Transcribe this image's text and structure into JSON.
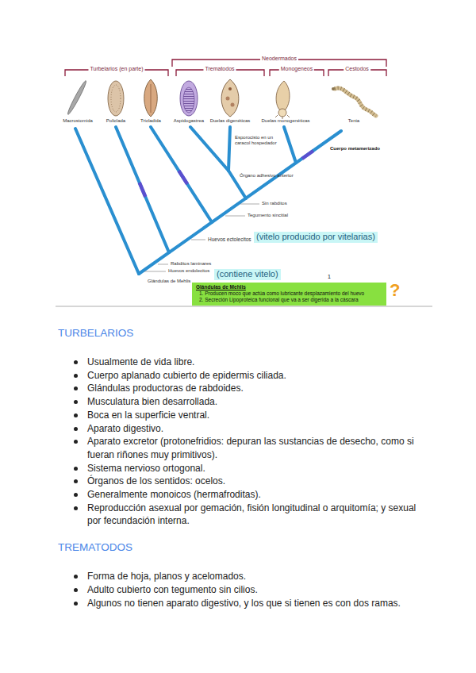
{
  "diagram": {
    "nodes": [
      {
        "text": [
          "(vitelo producido por vitelarias)"
        ]
      },
      {
        "text": [
          "(contiene vitelo)"
        ]
      },
      {
        "text": [
          "Glándulas de Mehlis",
          "1. Producen moco que actúa como lubricante desplazamiento del huevo",
          "2. Secreción Lipoproteica funcional que va a ser digerida a la cáscara"
        ]
      }
    ],
    "labels": [
      "Turbelarios (en parte)",
      "Neodermados",
      "Trematodos",
      "Monogeneos",
      "Cestodos",
      "Macrostomida",
      "Policlada",
      "Tricladida",
      "Aspidogastrea",
      "Duelas digenéticas",
      "Duelas monogenéticas",
      "Tenia",
      "Esporocisto en un caracol hospedador",
      "Cuerpo metamerizado",
      "Órgano adhesivo anterior",
      "Sin rabditos",
      "Tegumento sincitial",
      "Huevos ectolecitos",
      "Rabditos laminares",
      "Huevos endolecitos",
      "Glándulas de Mehlis",
      "1",
      "?",
      "TURBELARIOS",
      "Usualmente de vida libre.",
      "Cuerpo aplanado cubierto de epidermis ciliada.",
      "Glándulas productoras de rabdoides.",
      "Musculatura bien desarrollada.",
      "Boca en la superficie ventral.",
      "Aparato digestivo.",
      "Aparato excretor (protonefridios: depuran las sustancias de desecho, como si fueran riñones muy primitivos).",
      "Sistema nervioso ortogonal.",
      "Órganos de los sentidos: ocelos.",
      "Generalmente monoicos (hermafroditas).",
      "Reproducción asexual por gemación, fisión longitudinal o arquitomía; y sexual por fecundación interna.",
      "TREMATODOS",
      "Forma de hoja, planos y acelomados.",
      "Adulto cubierto con tegumento sin cilios.",
      "Algunos no tienen aparato digestivo, y los que si tienen es con dos ramas."
    ]
  }
}
